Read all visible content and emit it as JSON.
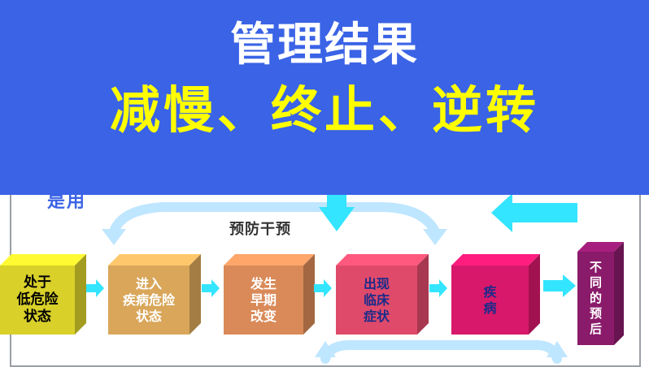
{
  "header": {
    "title": "管理结果",
    "subtitle": "减慢、终止、逆转"
  },
  "diagram": {
    "intervention_label": "预防干预",
    "stray_text": "是用",
    "stages": [
      {
        "label": "处于\n低危险\n状态",
        "color": "#d9d02a",
        "text_color": "#000000"
      },
      {
        "label": "进入\n疾病危险\n状态",
        "color": "#d9a65a",
        "text_color": "#ffffff"
      },
      {
        "label": "发生\n早期\n改变",
        "color": "#d98a58",
        "text_color": "#ffffff"
      },
      {
        "label": "出现\n临床\n症状",
        "color": "#e04a6a",
        "text_color": "#1b2b8a"
      },
      {
        "label": "疾\n病",
        "color": "#d8186a",
        "text_color": "#1b2b8a"
      },
      {
        "label": "不\n同\n的\n预\n后",
        "color": "#8a1a6a",
        "text_color": "#ffffff"
      }
    ]
  },
  "colors": {
    "banner": "#3a63e6",
    "title": "#ffffff",
    "subtitle": "#ffff00",
    "arrow": "#33e5ff",
    "loop_arrow": "#bfe6ff"
  }
}
